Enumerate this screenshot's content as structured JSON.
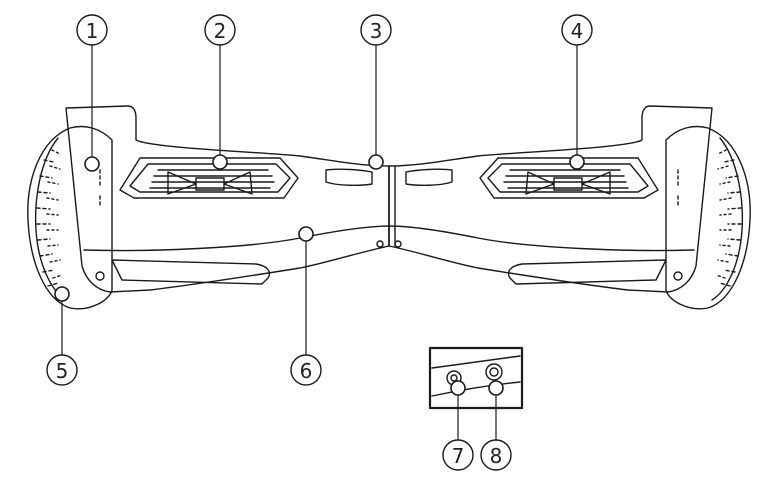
{
  "callouts": [
    {
      "label": "1"
    },
    {
      "label": "2"
    },
    {
      "label": "3"
    },
    {
      "label": "4"
    },
    {
      "label": "5"
    },
    {
      "label": "6"
    },
    {
      "label": "7"
    },
    {
      "label": "8"
    }
  ],
  "colors": {
    "line": "#1a1a1a",
    "background": "#ffffff"
  }
}
